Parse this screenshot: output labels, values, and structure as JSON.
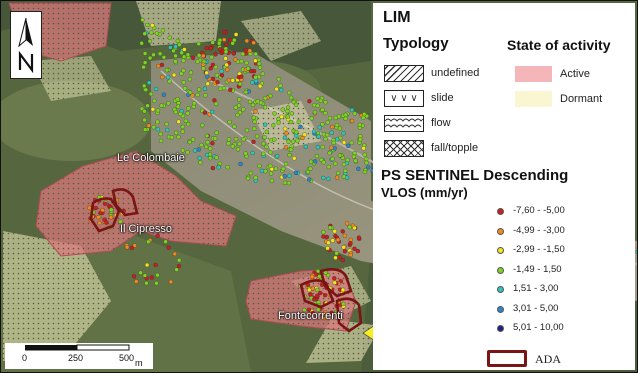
{
  "map": {
    "place_labels": [
      "Le Colombaie",
      "Il Cipresso",
      "Fontecorrenti"
    ],
    "north_symbol": "north-arrow-icon"
  },
  "legend": {
    "lim_title": "LIM",
    "typology_title": "Typology",
    "state_title": "State of activity",
    "typology": [
      {
        "label": "undefined",
        "pattern": "hatch"
      },
      {
        "label": "slide",
        "pattern": "v-marks"
      },
      {
        "label": "flow",
        "pattern": "scallops"
      },
      {
        "label": "fall/topple",
        "pattern": "crosshatch"
      }
    ],
    "state": [
      {
        "label": "Active",
        "color": "#f4b6b8"
      },
      {
        "label": "Dormant",
        "color": "#fbf6d2"
      }
    ],
    "ps_title": "PS SENTINEL Descending",
    "ps_subtitle": "VLOS (mm/yr)",
    "ps_classes": [
      {
        "label": "-7,60 - -5,00",
        "color": "#c62020"
      },
      {
        "label": "-4,99 - -3,00",
        "color": "#f08a1e"
      },
      {
        "label": "-2,99 - -1,50",
        "color": "#f2e51c"
      },
      {
        "label": "-1,49 - 1,50",
        "color": "#7ed321"
      },
      {
        "label": "1,51 - 3,00",
        "color": "#2cc7b9"
      },
      {
        "label": "3,01 - 5,00",
        "color": "#2a86c9"
      },
      {
        "label": "5,01 - 10,00",
        "color": "#1a237e"
      }
    ],
    "ada_label": "ADA",
    "ada_color": "#7a1515"
  },
  "scale_bar": {
    "ticks": [
      "0",
      "250",
      "500"
    ],
    "unit": "m"
  },
  "arrow_color": "#f7f01e"
}
